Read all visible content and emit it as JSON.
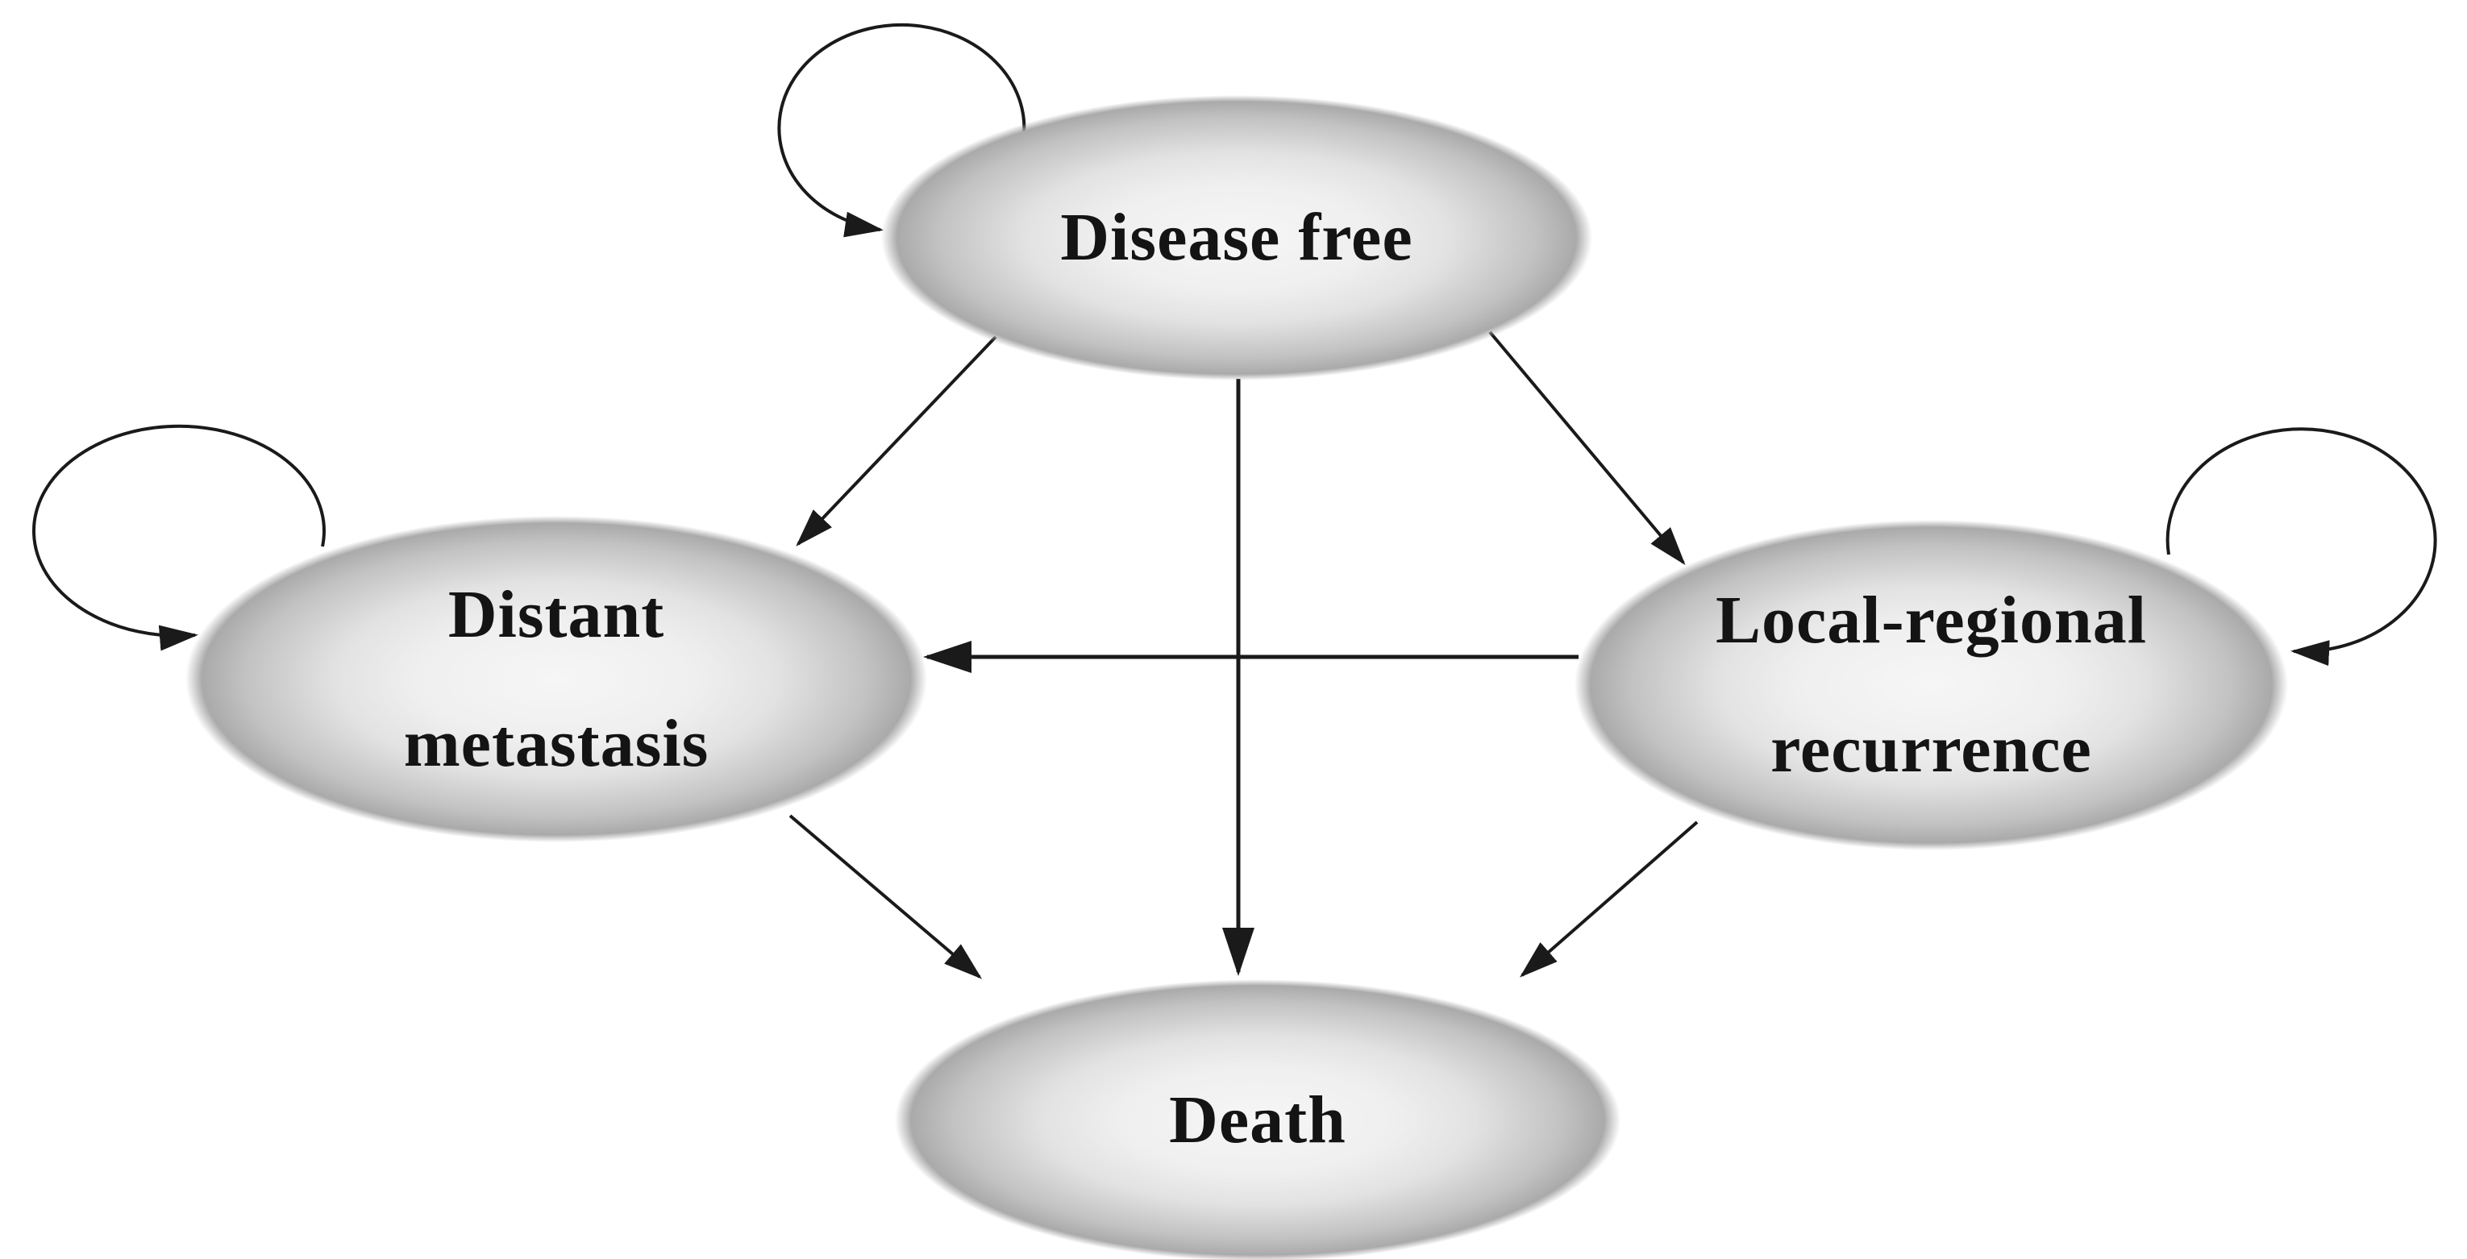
{
  "colors": {
    "background": "#ffffff",
    "node_fill_center": "#f6f6f6",
    "node_fill_edge": "#aaaaaa",
    "arrow_color": "#1a1a1a",
    "label_text_color": "#141414"
  },
  "nodes": [
    {
      "id": "disease-free",
      "label": "Disease free",
      "lines": [
        "Disease free"
      ],
      "self_loop": true
    },
    {
      "id": "distant-metastasis",
      "label": "Distant metastasis",
      "lines": [
        "Distant",
        "metastasis"
      ],
      "self_loop": true
    },
    {
      "id": "local-regional-recurrence",
      "label": "Local-regional recurrence",
      "lines": [
        "Local-regional",
        "recurrence"
      ],
      "self_loop": true
    },
    {
      "id": "death",
      "label": "Death",
      "lines": [
        "Death"
      ],
      "self_loop": false
    }
  ],
  "edges": [
    {
      "from": "disease-free",
      "to": "disease-free",
      "type": "self-loop"
    },
    {
      "from": "disease-free",
      "to": "distant-metastasis",
      "type": "arrow"
    },
    {
      "from": "disease-free",
      "to": "local-regional-recurrence",
      "type": "arrow"
    },
    {
      "from": "disease-free",
      "to": "death",
      "type": "arrow"
    },
    {
      "from": "distant-metastasis",
      "to": "distant-metastasis",
      "type": "self-loop"
    },
    {
      "from": "distant-metastasis",
      "to": "death",
      "type": "arrow"
    },
    {
      "from": "local-regional-recurrence",
      "to": "local-regional-recurrence",
      "type": "self-loop"
    },
    {
      "from": "local-regional-recurrence",
      "to": "distant-metastasis",
      "type": "arrow"
    },
    {
      "from": "local-regional-recurrence",
      "to": "death",
      "type": "arrow"
    }
  ]
}
